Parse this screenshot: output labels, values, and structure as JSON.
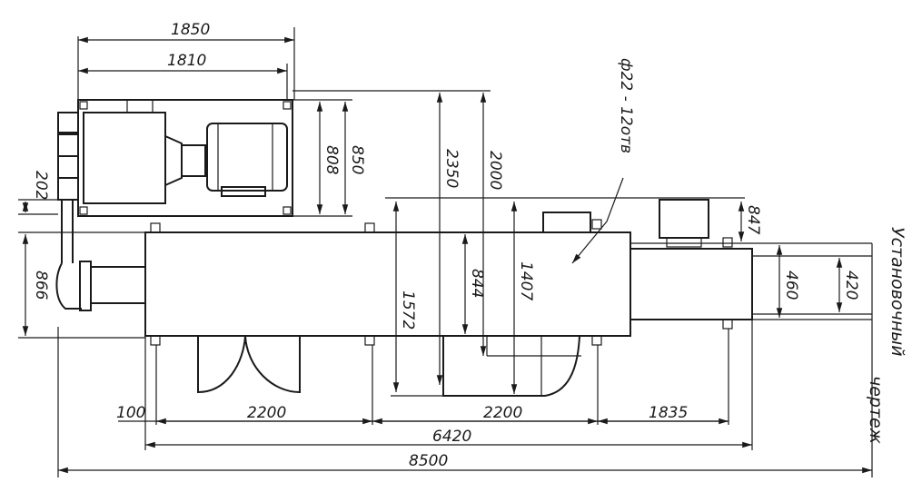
{
  "drawing": {
    "title_line1": "Установочный",
    "title_line2": "чертеж",
    "note": "ф22 - 12отв",
    "dimensions": {
      "d1850": "1850",
      "d1810": "1810",
      "d808": "808",
      "d850": "850",
      "d2350": "2350",
      "d2000": "2000",
      "d847": "847",
      "d202": "202",
      "d866": "866",
      "d1572": "1572",
      "d844": "844",
      "d1407": "1407",
      "d460": "460",
      "d420": "420",
      "d100": "100",
      "d2200a": "2200",
      "d2200b": "2200",
      "d1835": "1835",
      "d6420": "6420",
      "d8500": "8500"
    }
  }
}
